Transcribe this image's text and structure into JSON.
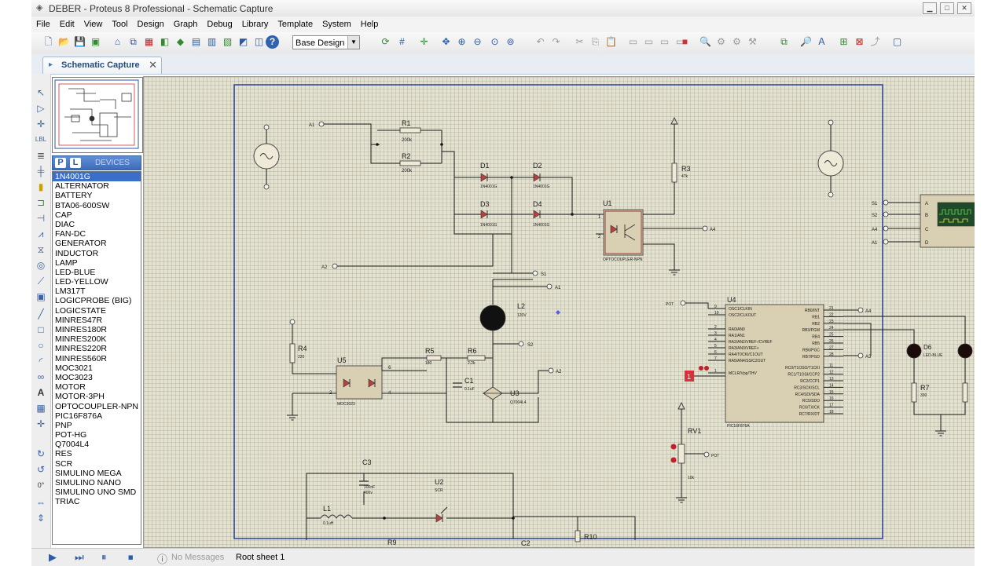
{
  "window": {
    "title": "DEBER - Proteus 8 Professional - Schematic Capture"
  },
  "menu": [
    "File",
    "Edit",
    "View",
    "Tool",
    "Design",
    "Graph",
    "Debug",
    "Library",
    "Template",
    "System",
    "Help"
  ],
  "toolbar": {
    "design_select": "Base Design"
  },
  "tab": {
    "label": "Schematic Capture"
  },
  "devices": {
    "header_p": "P",
    "header_l": "L",
    "header_label": "DEVICES",
    "items": [
      "1N4001G",
      "ALTERNATOR",
      "BATTERY",
      "BTA06-600SW",
      "CAP",
      "DIAC",
      "FAN-DC",
      "GENERATOR",
      "INDUCTOR",
      "LAMP",
      "LED-BLUE",
      "LED-YELLOW",
      "LM317T",
      "LOGICPROBE (BIG)",
      "LOGICSTATE",
      "MINRES47R",
      "MINRES180R",
      "MINRES200K",
      "MINRES220R",
      "MINRES560R",
      "MOC3021",
      "MOC3023",
      "MOTOR",
      "MOTOR-3PH",
      "OPTOCOUPLER-NPN",
      "PIC16F876A",
      "PNP",
      "POT-HG",
      "Q7004L4",
      "RES",
      "SCR",
      "SIMULINO MEGA",
      "SIMULINO NANO",
      "SIMULINO UNO SMD",
      "TRIAC"
    ]
  },
  "status": {
    "messages": "No Messages",
    "sheet": "Root sheet 1"
  },
  "left_tools": {
    "rotation": "0°"
  },
  "schematic": {
    "labels": {
      "r1": "R1",
      "r1v": "200k",
      "r2": "R2",
      "r2v": "200k",
      "d1": "D1",
      "d2": "D2",
      "d3": "D3",
      "d4": "D4",
      "dv": "1N4001G",
      "r3": "R3",
      "r3v": "47k",
      "u1": "U1",
      "u1v": "OPTOCOUPLER-NPN",
      "a1": "A1",
      "a2": "A2",
      "a3": "A3",
      "a4": "A4",
      "s1": "S1",
      "s2": "S2",
      "l2": "L2",
      "l2v": "120V",
      "r4": "R4",
      "r4v": "220",
      "u5": "U5",
      "u5v": "MOC3023",
      "r5": "R5",
      "r5v": "180",
      "r6": "R6",
      "r6v": "2.2k",
      "c1": "C1",
      "c1v": "0.1uF",
      "u3": "U3",
      "u3v": "Q7004L4",
      "u4": "U4",
      "u4v": "PIC16F876A",
      "pot": "POT",
      "rv1": "RV1",
      "rv1v": "10k",
      "d6": "D6",
      "d6v": "LED-BLUE",
      "r7": "R7",
      "r7v": "330",
      "c3": "C3",
      "c3v": "100nF",
      "c3v2": "400v",
      "u2": "U2",
      "u2v": "SCR",
      "l1": "L1",
      "l1v": "0.1uH",
      "r9": "R9",
      "c2": "C2",
      "r10": "R10",
      "probe_marker": "1"
    },
    "pic_left_pins": [
      "OSC1/CLKIN",
      "OSC2/CLKOUT",
      "RA0/AN0",
      "RA1/AN1",
      "RA2/AN2/VREF-/CVREF",
      "RA3/AN3/VREF+",
      "RA4/T0CKI/C1OUT",
      "RA5/AN4/SS/C2OUT",
      "MCLR/Vpp/THV"
    ],
    "pic_left_nums": [
      "9",
      "10",
      "2",
      "3",
      "4",
      "5",
      "6",
      "7",
      "1"
    ],
    "pic_right_pins": [
      "RB0/INT",
      "RB1",
      "RB2",
      "RB3/PGM",
      "RB4",
      "RB5",
      "RB6/PGC",
      "RB7/PGD",
      "RC0/T1OSO/T1CKI",
      "RC1/T1OSI/CCP2",
      "RC2/CCP1",
      "RC3/SCK/SCL",
      "RC4/SDI/SDA",
      "RC5/SDO",
      "RC6/TX/CK",
      "RC7/RX/DT"
    ],
    "pic_right_nums": [
      "21",
      "22",
      "23",
      "24",
      "25",
      "26",
      "27",
      "28",
      "11",
      "12",
      "13",
      "14",
      "15",
      "16",
      "17",
      "18"
    ],
    "scope_channels": [
      "A",
      "B",
      "C",
      "D"
    ],
    "scope_inputs": [
      "S1",
      "S2",
      "A4",
      "A1"
    ]
  }
}
